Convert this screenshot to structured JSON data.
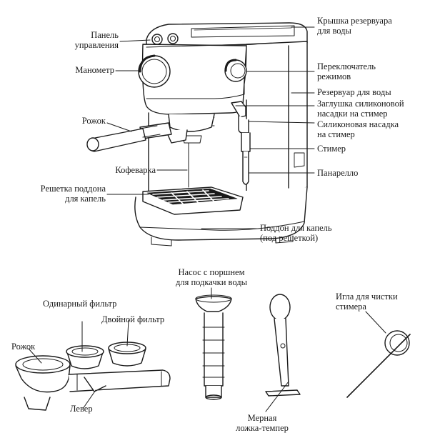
{
  "machine_labels": {
    "control_panel": [
      "Панель",
      "управления"
    ],
    "pressure_gauge": "Манометр",
    "portafilter_top": "Рожок",
    "coffee_machine": "Кофеварка",
    "drip_grid": [
      "Решетка поддона",
      "для капель"
    ],
    "tank_lid": [
      "Крышка резервуара",
      "для воды"
    ],
    "mode_switch": [
      "Переключатель",
      "режимов"
    ],
    "water_tank": "Резервуар для воды",
    "silicone_plug": [
      "Заглушка силиконовой",
      "насадки на стимер"
    ],
    "silicone_nozzle": [
      "Силиконовая насадка",
      "на стимер"
    ],
    "steamer": "Стимер",
    "panarello": "Панарелло",
    "drip_tray": [
      "Поддон для капель",
      "(под решеткой)"
    ]
  },
  "accessory_labels": {
    "single_filter": "Одинарный фильтр",
    "double_filter": "Двойной фильтр",
    "portafilter": "Рожок",
    "lever": "Левер",
    "pump": [
      "Насос с поршнем",
      "для подкачки воды"
    ],
    "tamper": [
      "Мерная",
      "ложка-темпер"
    ],
    "needle": [
      "Игла для чистки",
      "стимера"
    ]
  }
}
